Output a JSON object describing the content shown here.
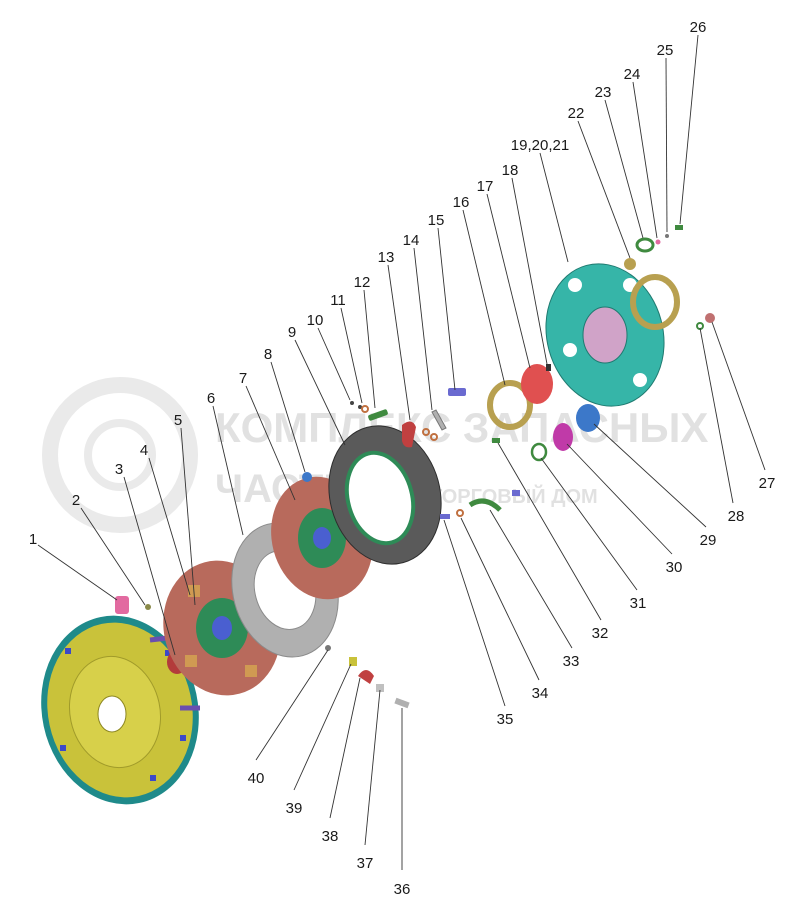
{
  "watermark": {
    "line1": "КОМПЛЕКС ЗАПАСНЫХ",
    "line2": "ЧАСТЕЙ",
    "line3": "ТОРГОВЫЙ ДОМ"
  },
  "callouts": {
    "c1": "1",
    "c2": "2",
    "c3": "3",
    "c4": "4",
    "c5": "5",
    "c6": "6",
    "c7": "7",
    "c8": "8",
    "c9": "9",
    "c10": "10",
    "c11": "11",
    "c12": "12",
    "c13": "13",
    "c14": "14",
    "c15": "15",
    "c16": "16",
    "c17": "17",
    "c18": "18",
    "c19": "19,20,21",
    "c22": "22",
    "c23": "23",
    "c24": "24",
    "c25": "25",
    "c26": "26",
    "c27": "27",
    "c28": "28",
    "c29": "29",
    "c30": "30",
    "c31": "31",
    "c32": "32",
    "c33": "33",
    "c34": "34",
    "c35": "35",
    "c36": "36",
    "c37": "37",
    "c38": "38",
    "c39": "39",
    "c40": "40"
  },
  "colors": {
    "flywheel": "#c9c23a",
    "ring_gear": "#1f8a8a",
    "friction_disc": "#b86a5c",
    "disc_hub": "#2e8b57",
    "pressure_plate": "#b0b0b0",
    "cover": "#555555",
    "housing": "#36b5a8",
    "spring": "#c03aa8"
  }
}
